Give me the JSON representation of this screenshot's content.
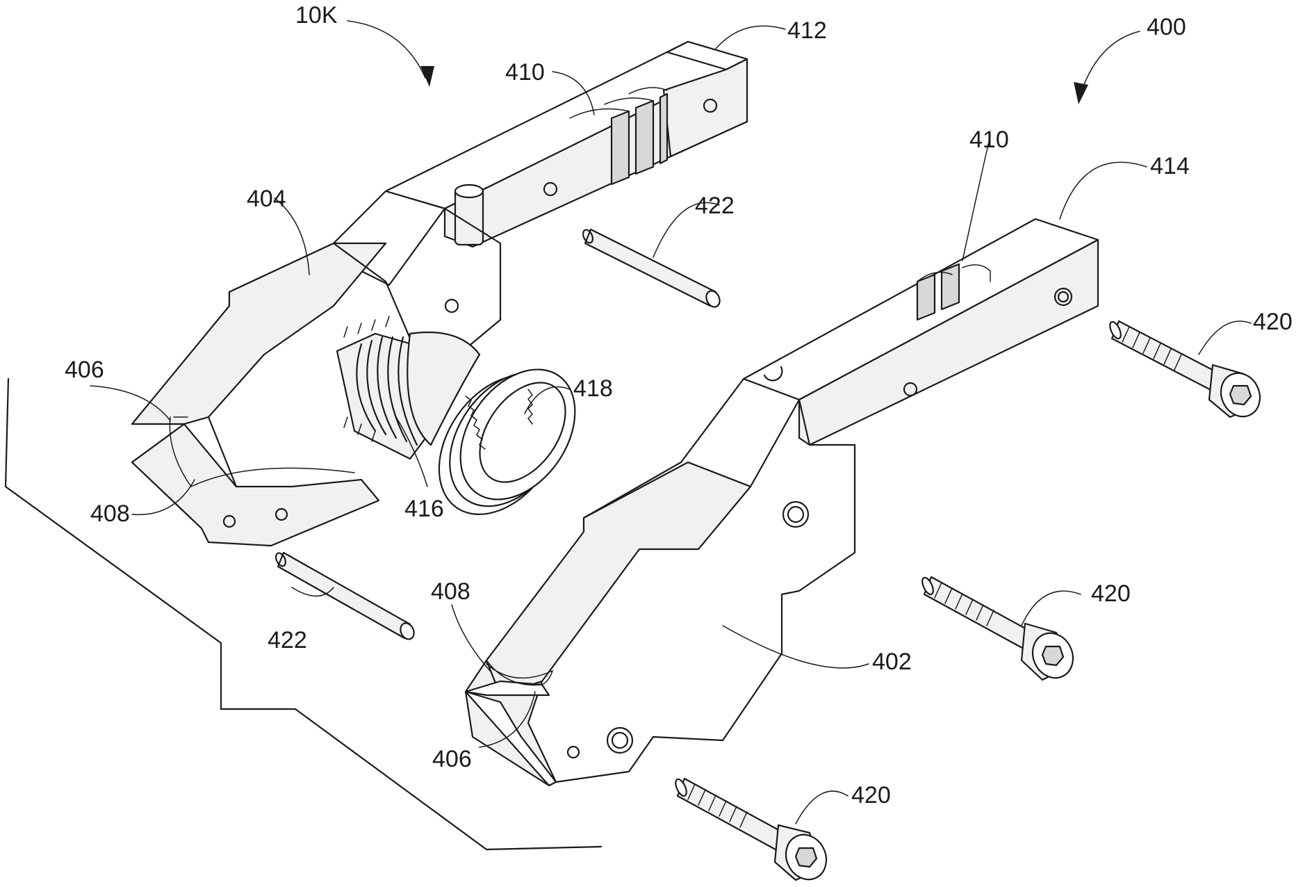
{
  "figure": {
    "title_ref": "10K",
    "assembly_ref": "400",
    "labels": {
      "l412": "412",
      "l410a": "410",
      "l410b": "410",
      "l414": "414",
      "l404": "404",
      "l422a": "422",
      "l422b": "422",
      "l406a": "406",
      "l406b": "406",
      "l408a": "408",
      "l408b": "408",
      "l418": "418",
      "l416": "416",
      "l420a": "420",
      "l420b": "420",
      "l420c": "420",
      "l402": "402"
    }
  },
  "style": {
    "ink": "#1a1a1a",
    "paper": "#ffffff"
  }
}
